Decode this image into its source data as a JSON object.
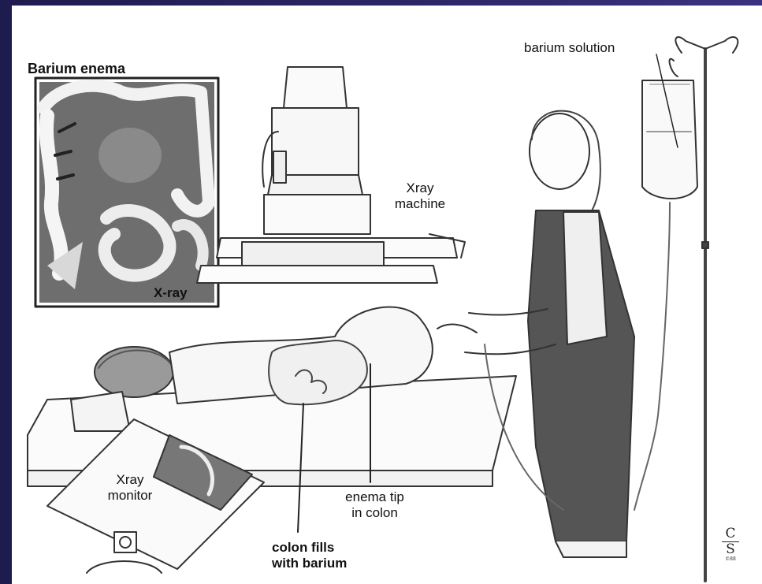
{
  "slide": {
    "background_color": "#24205a",
    "frame_color": "#ffffff"
  },
  "labels": {
    "inset_title": "Barium enema",
    "inset_caption": "X-ray",
    "barium_solution": "barium solution",
    "xray_machine": "Xray\nmachine",
    "xray_monitor": "Xray\nmonitor",
    "enema_tip": "enema tip\nin colon",
    "colon_fills": "colon fills\nwith barium"
  },
  "logo": {
    "top_letter": "C",
    "bottom_letter": "S",
    "small_text": "©88"
  },
  "icons": [
    "xray-machine-icon",
    "iv-pole-icon",
    "barium-bag-icon",
    "monitor-icon",
    "patient-figure",
    "technician-figure",
    "colon-drawing"
  ]
}
